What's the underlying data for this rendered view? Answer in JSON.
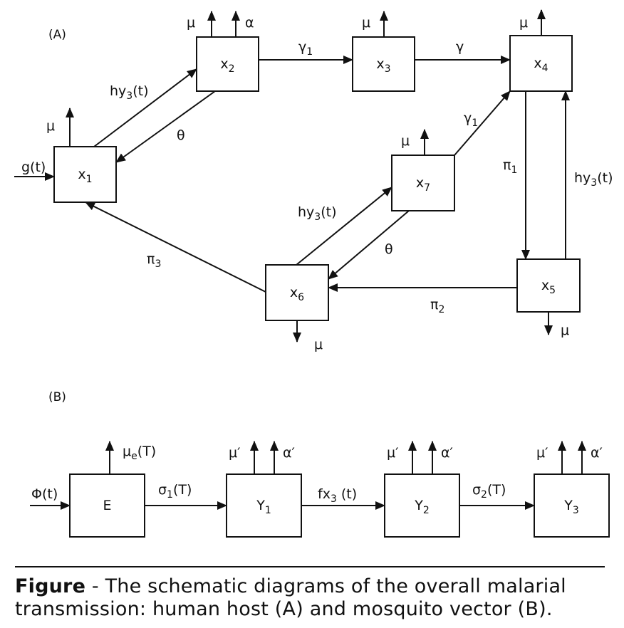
{
  "panel_a": {
    "label": "(A)",
    "boxes": {
      "x1": {
        "name": "x",
        "sub": "1"
      },
      "x2": {
        "name": "x",
        "sub": "2"
      },
      "x3": {
        "name": "x",
        "sub": "3"
      },
      "x4": {
        "name": "x",
        "sub": "4"
      },
      "x5": {
        "name": "x",
        "sub": "5"
      },
      "x6": {
        "name": "x",
        "sub": "6"
      },
      "x7": {
        "name": "x",
        "sub": "7"
      }
    },
    "labels": {
      "mu": "μ",
      "alpha": "α",
      "theta": "θ",
      "g_t": "g(t)",
      "h": "hy",
      "h_sub": "3",
      "h_arg": "(t)",
      "gamma": "γ",
      "gamma1": "γ",
      "gamma1_sub": "1",
      "pi": "π",
      "pi1_sub": "1",
      "pi2_sub": "2",
      "pi3_sub": "3"
    }
  },
  "panel_b": {
    "label": "(B)",
    "boxes": {
      "E": {
        "name": "E",
        "sub": ""
      },
      "Y1": {
        "name": "Y",
        "sub": "1"
      },
      "Y2": {
        "name": "Y",
        "sub": "2"
      },
      "Y3": {
        "name": "Y",
        "sub": "3"
      }
    },
    "labels": {
      "phi": "Φ(t)",
      "mu_e": "μ",
      "mu_e_sub": "e",
      "mu_e_arg": "(T)",
      "mu_prime": "μ′",
      "alpha_prime": "α′",
      "sigma": "σ",
      "sigma1_sub": "1",
      "sigma2_sub": "2",
      "sigma_arg": "(T)",
      "fx": "fx",
      "fx_sub": "3",
      "fx_arg": " (t)"
    }
  },
  "caption": {
    "lead": "Figure",
    "text": " - The schematic diagrams of the overall malarial transmission: human host (A) and mosquito vector (B)."
  }
}
